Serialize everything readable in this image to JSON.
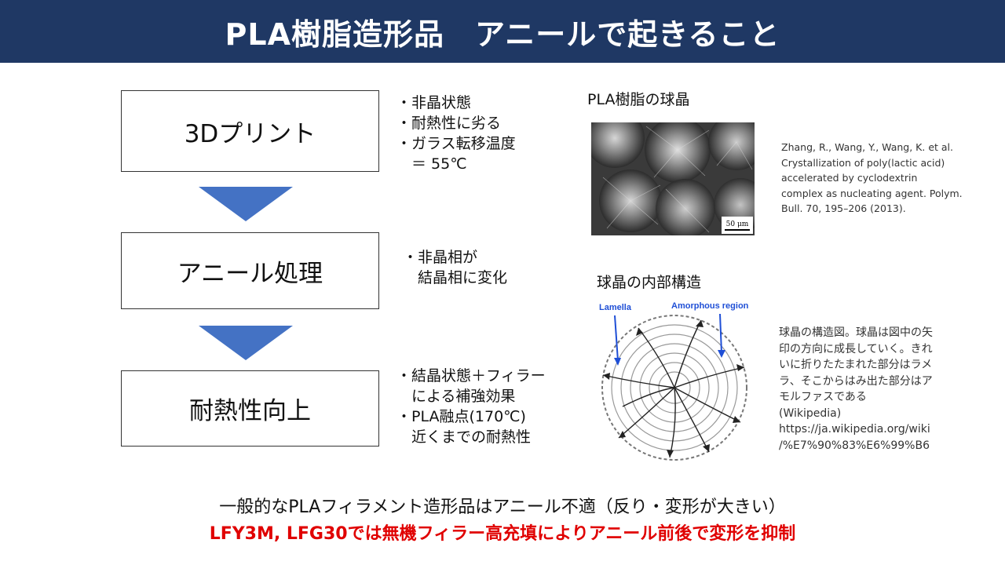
{
  "title": "PLA樹脂造形品　アニールで起きること",
  "flow": {
    "steps": [
      "3Dプリント",
      "アニール処理",
      "耐熱性向上"
    ],
    "notes": [
      [
        "・非晶状態",
        "・耐熱性に劣る",
        "・ガラス転移温度",
        "　＝ 55℃"
      ],
      [
        "・非晶相が",
        "　結晶相に変化"
      ],
      [
        "・結晶状態＋フィラー",
        "　による補強効果",
        "・PLA融点(170℃)",
        "　近くまでの耐熱性"
      ]
    ]
  },
  "spherulite_photo": {
    "caption": "PLA樹脂の球晶",
    "scale_label": "50 μm",
    "reference_lines": [
      "Zhang, R., Wang, Y., Wang, K. et al.",
      "Crystallization of poly(lactic acid)",
      "accelerated by cyclodextrin",
      "complex as nucleating agent. Polym.",
      "Bull. 70, 195–206 (2013)."
    ]
  },
  "spherulite_diagram": {
    "caption": "球晶の内部構造",
    "label_lamella": "Lamella",
    "label_amorphous": "Amorphous region",
    "description_lines": [
      "球晶の構造図。球晶は図中の矢",
      "印の方向に成長していく。きれ",
      "いに折りたたまれた部分はラメ",
      "ラ、そこからはみ出た部分はア",
      "モルファスである",
      "(Wikipedia)",
      "https://ja.wikipedia.org/wiki",
      "/%E7%90%83%E6%99%B6"
    ]
  },
  "conclusion": {
    "line1": "一般的なPLAフィラメント造形品はアニール不適（反り・変形が大きい）",
    "line2": "LFY3M, LFG30では無機フィラー高充填によりアニール前後で変形を抑制"
  },
  "colors": {
    "title_bg": "#1f3864",
    "arrow": "#4472c4",
    "highlight": "#e00000"
  }
}
